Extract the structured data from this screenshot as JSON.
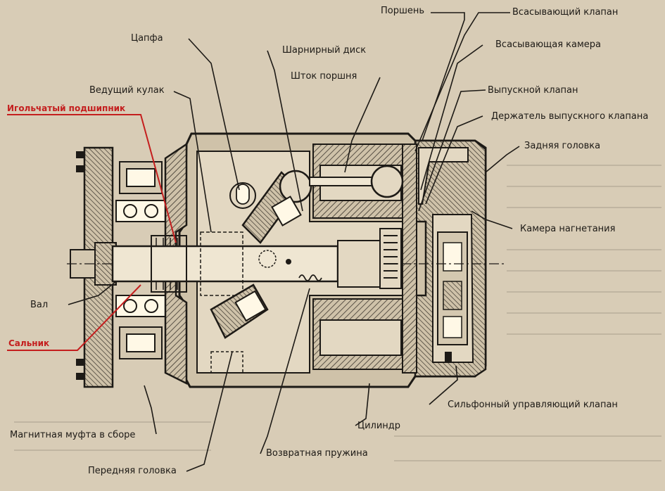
{
  "diagram": {
    "colors": {
      "paper": "#d8ccb6",
      "ink": "#1d1a16",
      "hatch": "#3a342c",
      "highlight": "#c41e1e"
    },
    "labels": {
      "piston": "Поршень",
      "suction_valve": "Всасывающий клапан",
      "trunnion": "Цапфа",
      "swash_disc": "Шарнирный диск",
      "suction_chamber": "Всасывающая камера",
      "piston_rod": "Шток поршня",
      "drive_lug": "Ведущий кулак",
      "discharge_valve": "Выпускной клапан",
      "needle_bearing": "Игольчатый подшипник",
      "discharge_valve_holder": "Держатель выпускного клапана",
      "rear_head": "Задняя головка",
      "discharge_chamber": "Камера нагнетания",
      "shaft": "Вал",
      "oil_seal": "Сальник",
      "bellows_control_valve": "Сильфонный управляющий клапан",
      "cylinder": "Цилиндр",
      "magnetic_clutch": "Магнитная муфта в сборе",
      "return_spring": "Возвратная пружина",
      "front_head": "Передняя головка"
    }
  }
}
